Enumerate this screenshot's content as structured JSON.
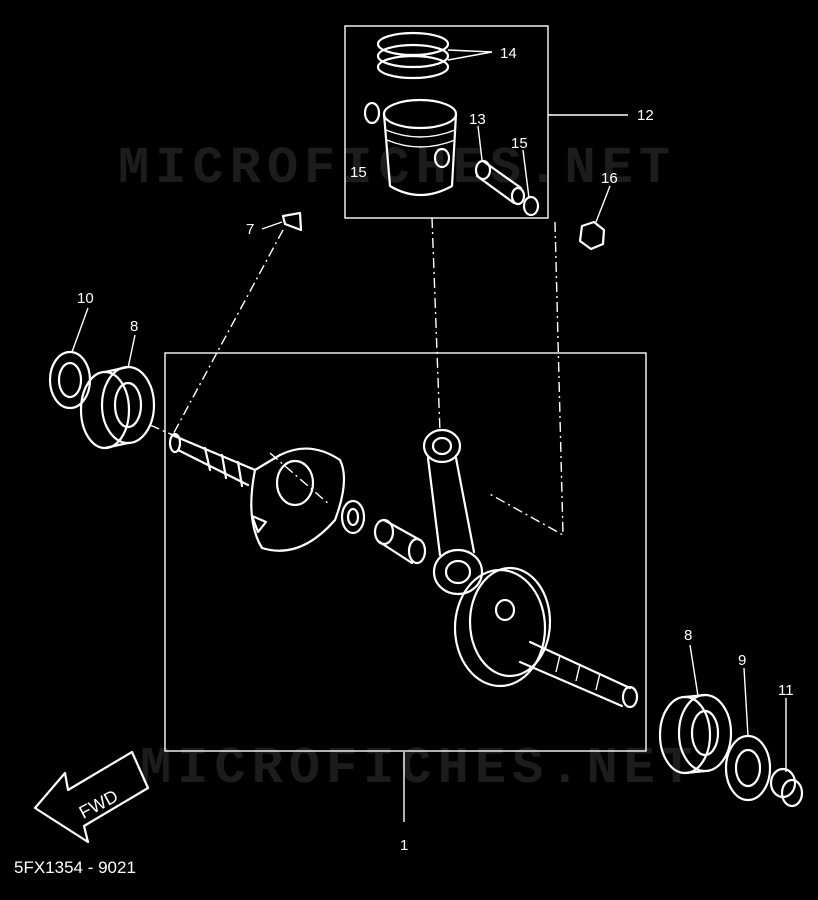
{
  "diagram": {
    "part_code": "5FX1354 - 9021",
    "watermark": "MICROFICHES.NET",
    "fwd_label": "FWD",
    "callouts": [
      "1",
      "7",
      "8",
      "8",
      "9",
      "10",
      "11",
      "12",
      "13",
      "14",
      "15",
      "15",
      "16"
    ]
  },
  "colors": {
    "background": "#000000",
    "line": "#ffffff",
    "watermark": "#1c1c1c"
  }
}
